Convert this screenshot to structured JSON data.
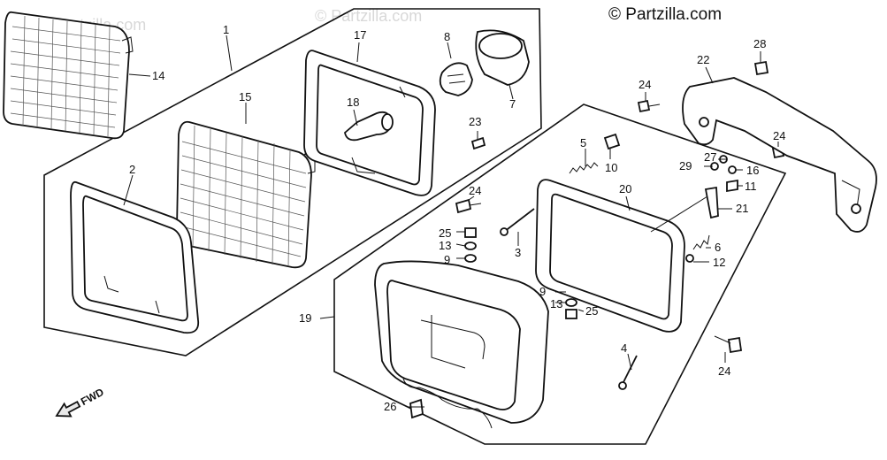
{
  "copyright": "© Partzilla.com",
  "watermarks": [
    "© Partzilla.com",
    "© Partzilla.com"
  ],
  "direction_label": "FWD",
  "callouts": {
    "c1": "1",
    "c2": "2",
    "c3": "3",
    "c4": "4",
    "c5": "5",
    "c6": "6",
    "c7": "7",
    "c8": "8",
    "c9a": "9",
    "c9b": "9",
    "c10": "10",
    "c11": "11",
    "c12": "12",
    "c13a": "13",
    "c13b": "13",
    "c14": "14",
    "c15": "15",
    "c16": "16",
    "c17": "17",
    "c18": "18",
    "c19": "19",
    "c20": "20",
    "c21": "21",
    "c22": "22",
    "c23": "23",
    "c24a": "24",
    "c24b": "24",
    "c24c": "24",
    "c24d": "24",
    "c25a": "25",
    "c25b": "25",
    "c26": "26",
    "c27": "27",
    "c28": "28",
    "c29": "29"
  }
}
